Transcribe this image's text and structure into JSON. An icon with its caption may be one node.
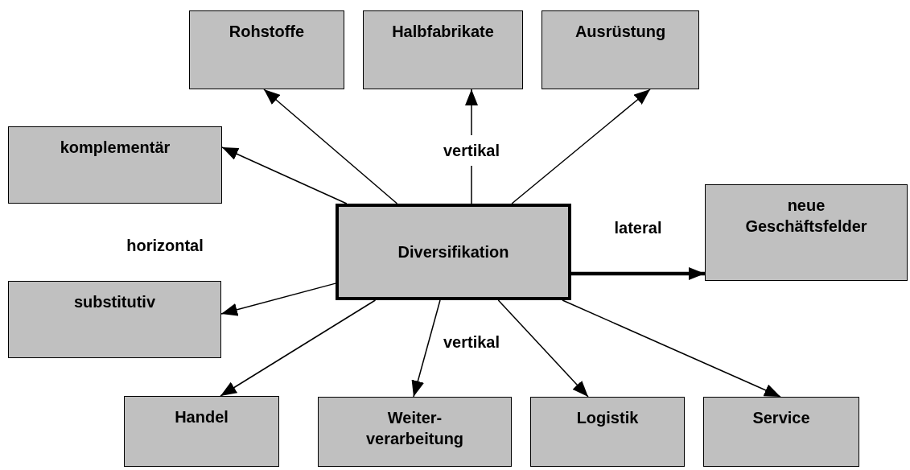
{
  "diagram": {
    "nodes": [
      {
        "text": [
          "Rohstoffe"
        ]
      },
      {
        "text": [
          "Halbfabrikate"
        ]
      },
      {
        "text": [
          "Ausrüstung"
        ]
      },
      {
        "text": [
          "komplementär"
        ]
      },
      {
        "text": [
          "Diversifikation"
        ]
      },
      {
        "text": [
          "neue Geschäftsfelder"
        ]
      },
      {
        "text": [
          "substitutiv"
        ]
      },
      {
        "text": [
          "Handel"
        ]
      },
      {
        "text": [
          "Weiter- verarbeitung"
        ]
      },
      {
        "text": [
          "Logistik"
        ]
      },
      {
        "text": [
          "Service"
        ]
      }
    ],
    "edges": [
      {
        "from": 4,
        "to": 0,
        "arrow": "to"
      },
      {
        "from": 4,
        "to": 1,
        "arrow": "to",
        "label": "vertikal"
      },
      {
        "from": 4,
        "to": 2,
        "arrow": "to"
      },
      {
        "from": 4,
        "to": 3,
        "arrow": "to"
      },
      {
        "from": 4,
        "to": 5,
        "arrow": "to",
        "style": "thick"
      },
      {
        "from": 4,
        "to": 6,
        "arrow": "to"
      },
      {
        "from": 4,
        "to": 7,
        "arrow": "to"
      },
      {
        "from": 4,
        "to": 8,
        "arrow": "to"
      },
      {
        "from": 4,
        "to": 9,
        "arrow": "to"
      },
      {
        "from": 4,
        "to": 10,
        "arrow": "to"
      }
    ],
    "labels": [
      "horizontal",
      "lateral",
      "vertikal"
    ]
  }
}
